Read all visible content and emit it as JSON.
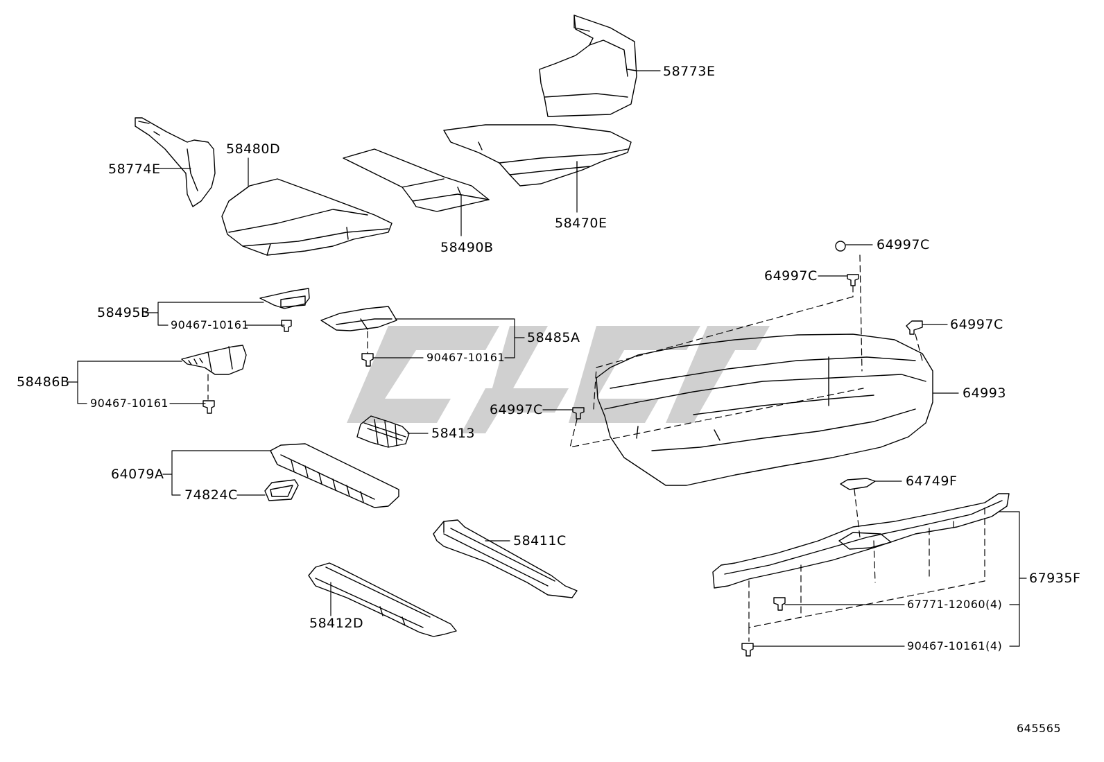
{
  "labels": {
    "p58773E": "58773E",
    "p58774E": "58774E",
    "p58480D": "58480D",
    "p58470E": "58470E",
    "p58490B": "58490B",
    "p58495B": "58495B",
    "p58485A": "58485A",
    "p58486B": "58486B",
    "p58413": "58413",
    "p64079A": "64079A",
    "p74824C": "74824C",
    "p58411C": "58411C",
    "p58412D": "58412D",
    "p64997C_1": "64997C",
    "p64997C_2": "64997C",
    "p64997C_3": "64997C",
    "p64997C_4": "64997C",
    "p64993": "64993",
    "p64749F": "64749F",
    "p67935F": "67935F",
    "c90467_a": "90467-10161",
    "c90467_b": "90467-10161",
    "c90467_c": "90467-10161",
    "c67771": "67771-12060(4)",
    "c90467_d": "90467-10161(4)"
  },
  "diagram_id": "645565",
  "colors": {
    "line": "#000000",
    "watermark": "#c8c8c8"
  }
}
